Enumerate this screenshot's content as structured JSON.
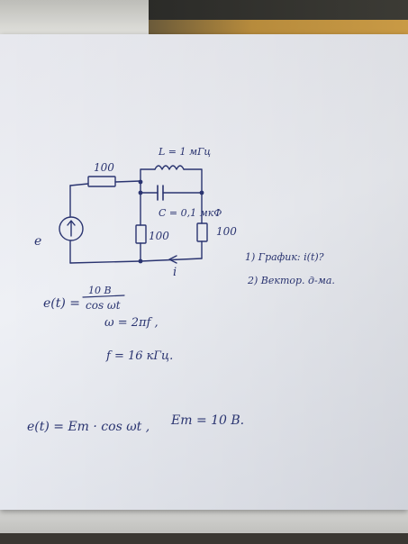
{
  "circuit": {
    "source_label": "e",
    "current_label": "i",
    "r1_label": "100",
    "inductor_label": "L = 1 мГц",
    "capacitor_label": "C = 0,1 мкФ",
    "r2_label": "100",
    "r3_label": "100"
  },
  "tasks": [
    "1) График: i(t)?",
    "2) Вектор. д-ма."
  ],
  "formulas": {
    "e_lhs": "e(t) =",
    "e_num": "10 В",
    "e_den": "cos ωt",
    "omega": "ω = 2πf ,",
    "freq": "f = 16 кГц.",
    "final_left": "e(t) = Em · cos ωt ,",
    "final_right": "Em = 10 В."
  },
  "colors": {
    "ink": "#2a3470",
    "paper": "#eceef3"
  }
}
